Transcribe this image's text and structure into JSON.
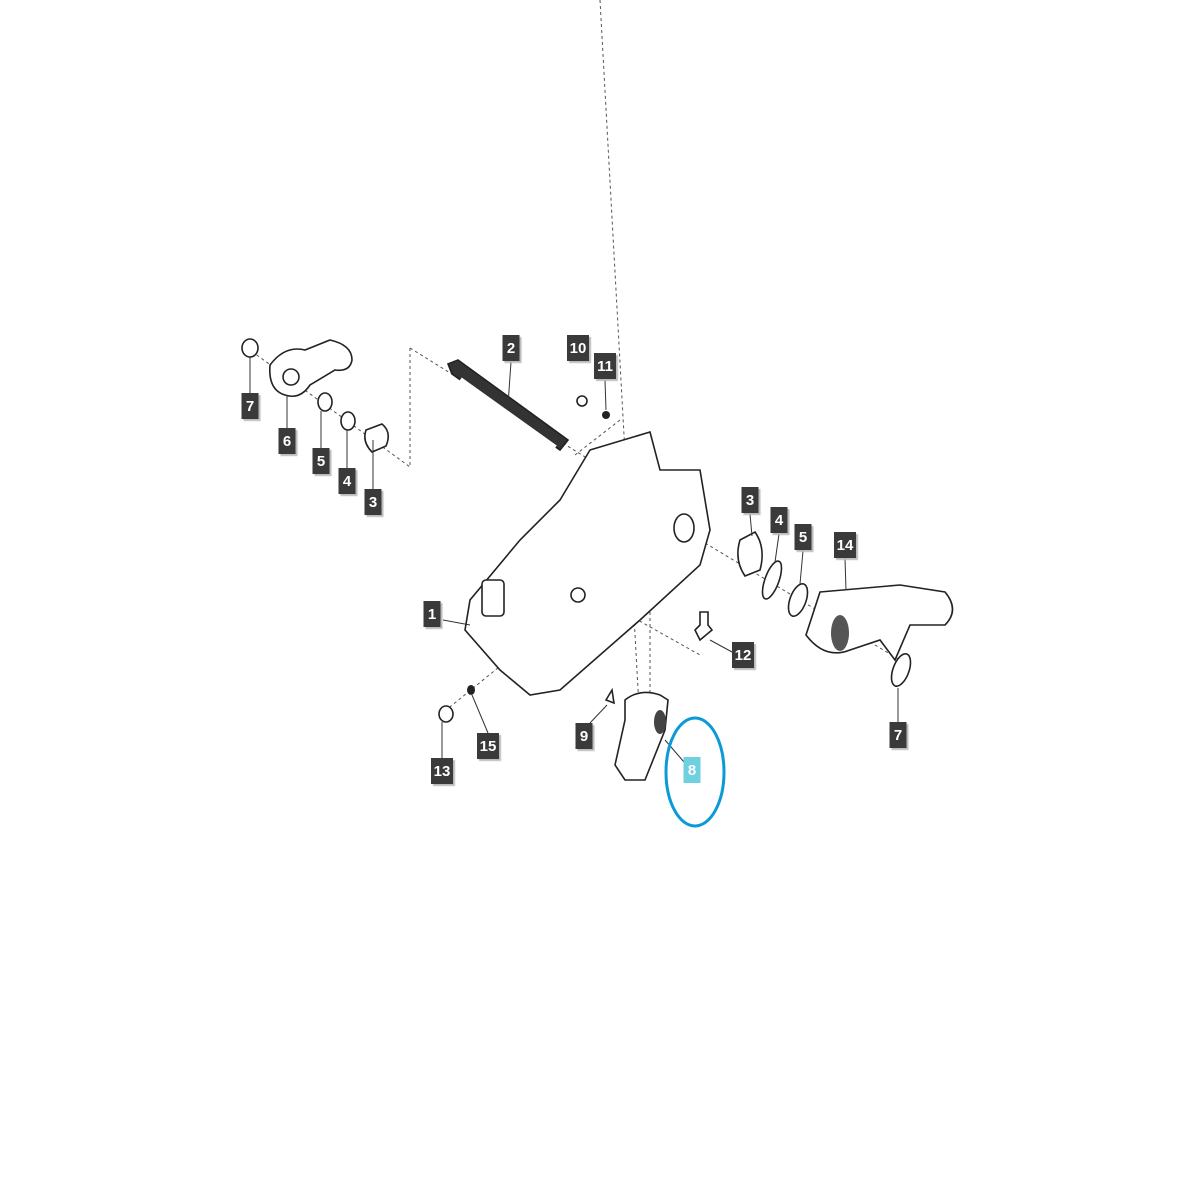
{
  "diagram": {
    "callouts": [
      {
        "text": "7"
      },
      {
        "text": "6"
      },
      {
        "text": "5"
      },
      {
        "text": "4"
      },
      {
        "text": "3"
      },
      {
        "text": "2"
      },
      {
        "text": "10"
      },
      {
        "text": "11"
      },
      {
        "text": "3"
      },
      {
        "text": "4"
      },
      {
        "text": "5"
      },
      {
        "text": "14"
      },
      {
        "text": "1"
      },
      {
        "text": "12"
      },
      {
        "text": "7"
      },
      {
        "text": "9"
      },
      {
        "text": "15"
      },
      {
        "text": "13"
      },
      {
        "text": "8"
      }
    ],
    "highlighted_callout": "8",
    "colors": {
      "label_bg": "#3a3a3a",
      "highlight_bg": "#6fd0e0",
      "highlight_ring": "#0a9ad6"
    }
  }
}
